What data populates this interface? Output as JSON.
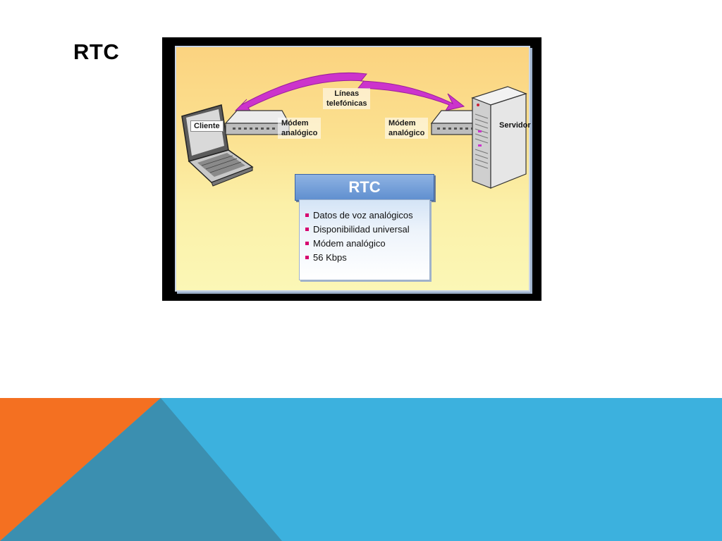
{
  "slide": {
    "title": "RTC"
  },
  "diagram": {
    "client_label": "Cliente",
    "server_label": "Servidor",
    "lines_label_line1": "Líneas",
    "lines_label_line2": "telefónicas",
    "modem_left_line1": "Módem",
    "modem_left_line2": "analógico",
    "modem_right_line1": "Módem",
    "modem_right_line2": "analógico",
    "rtc_title": "RTC",
    "features": [
      "Datos de voz analógicos",
      "Disponibilidad universal",
      "Módem analógico",
      "56 Kbps"
    ]
  },
  "colors": {
    "orange": "#f47021",
    "steel_blue": "#3b8fb0",
    "sky_blue": "#3cb1de",
    "arrow_magenta": "#cc33cc",
    "bullet": "#d6006f"
  },
  "icons": [
    "laptop-icon",
    "modem-icon",
    "server-icon",
    "double-arrow-icon"
  ]
}
